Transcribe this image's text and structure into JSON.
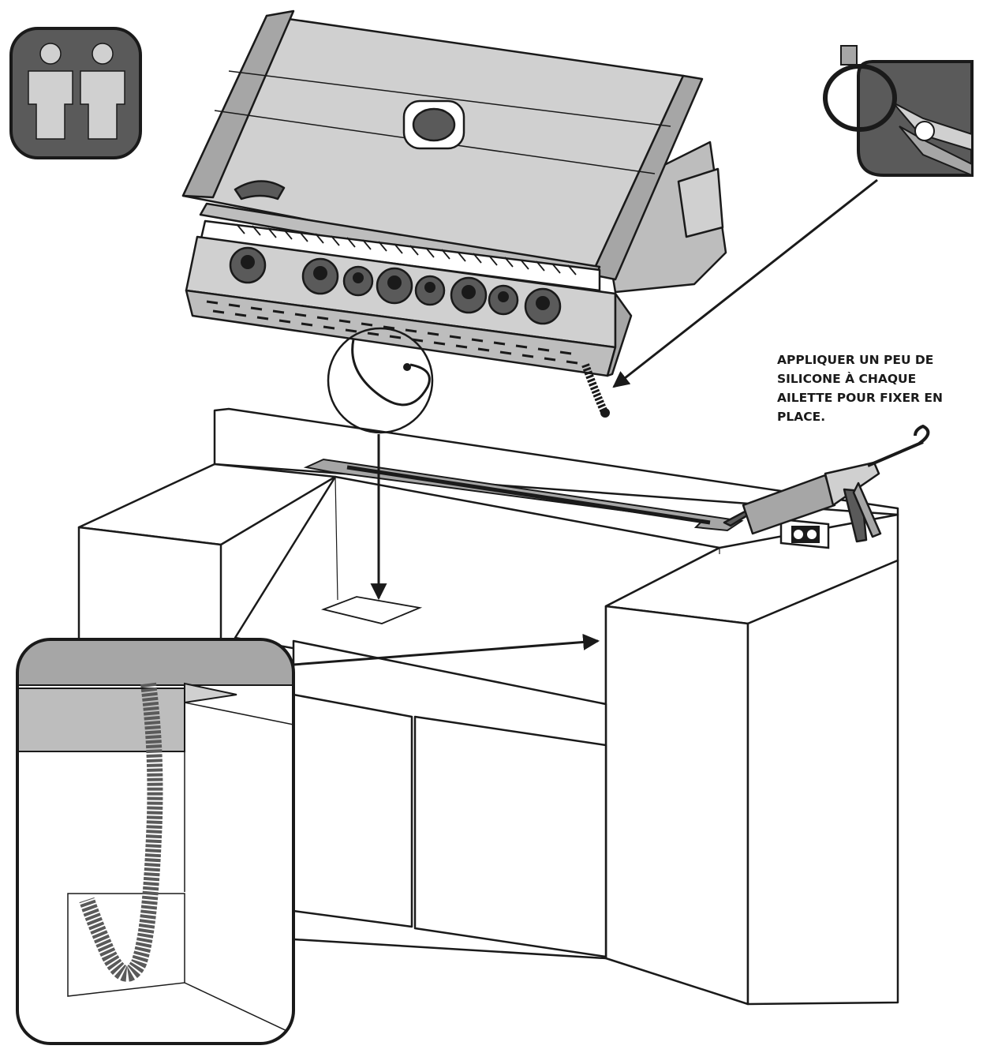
{
  "instruction": {
    "lines": [
      "APPLIQUER UN PEU DE",
      "SILICONE À CHAQUE",
      "AILETTE POUR FIXER EN",
      "PLACE."
    ]
  },
  "icons": {
    "people": "two-person-icon",
    "cutter": "cut-cable-tie-icon",
    "gun": "caulking-gun-icon",
    "outlet": "electrical-outlet-icon"
  },
  "colors": {
    "line": "#1a1a1a",
    "gray": "#a6a6a6",
    "dark": "#5a5a5a",
    "light": "#d0d0d0",
    "white": "#ffffff"
  }
}
